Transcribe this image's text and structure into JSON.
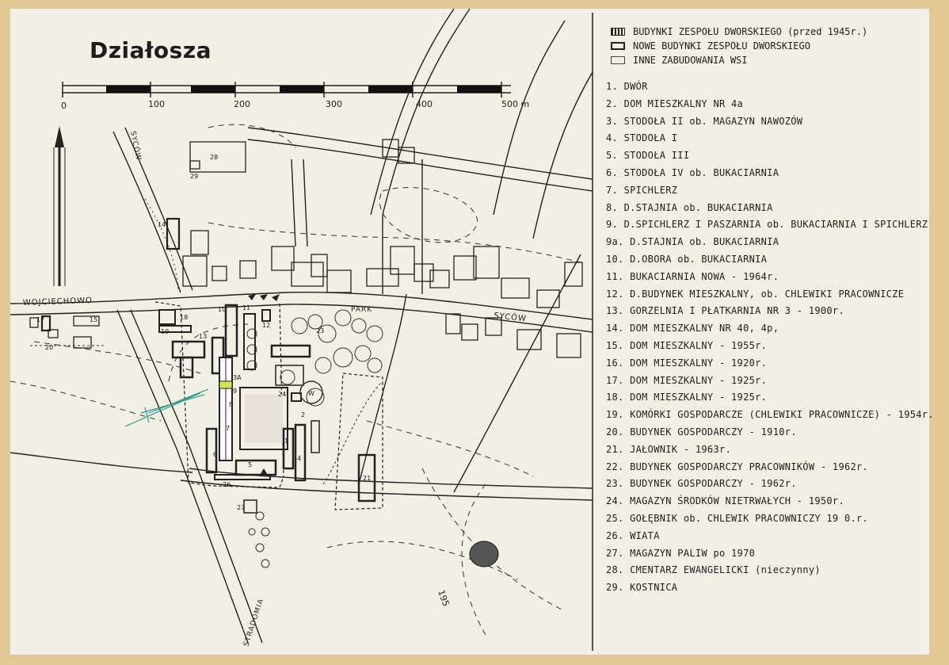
{
  "title": "Działosza",
  "scale": {
    "ticks": [
      "0",
      "100",
      "200",
      "300",
      "400",
      "500 m"
    ]
  },
  "roads": {
    "west": "WOJCIECHOWO",
    "east": "SYCÓW",
    "south": "STRADOMIA",
    "north_west": "SYCÓW",
    "route": "195"
  },
  "map_labels": {
    "park": "PARK",
    "w": "W",
    "b28": "28",
    "b29": "29",
    "b14": "14",
    "b17": "17",
    "b15": "15",
    "b20": "20",
    "b10": "10",
    "b18": "18",
    "b19": "19",
    "b13": "13",
    "b11": "11",
    "b12": "12",
    "b3a": "3A",
    "b9": "9",
    "b8": "8",
    "b7": "7",
    "b6": "6",
    "b5": "5",
    "b26": "26",
    "b24": "24",
    "b23": "23",
    "b2": "2",
    "b1": "1",
    "b4": "4",
    "b21": "21",
    "b27": "27"
  },
  "legend": {
    "keys": [
      {
        "style": "hatch",
        "text": "BUDYNKI ZESPOŁU DWORSKIEGO (przed 1945r.)"
      },
      {
        "style": "bold",
        "text": "NOWE BUDYNKI ZESPOŁU DWORSKIEGO"
      },
      {
        "style": "thin",
        "text": "INNE ZABUDOWANIA WSI"
      }
    ],
    "items": [
      "1. DWÓR",
      "2. DOM MIESZKALNY NR 4a",
      "3. STODOŁA II ob. MAGAZYN NAWOZÓW",
      "4. STODOŁA I",
      "5. STODOŁA III",
      "6. STODOŁA IV ob. BUKACIARNIA",
      "7. SPICHLERZ",
      "8. D.STAJNIA ob. BUKACIARNIA",
      "9. D.SPICHLERZ I PASZARNIA ob. BUKACIARNIA I SPICHLERZ",
      "9a. D.STAJNIA ob. BUKACIARNIA",
      "10. D.OBORA ob. BUKACIARNIA",
      "11. BUKACIARNIA NOWA - 1964r.",
      "12. D.BUDYNEK MIESZKALNY, ob. CHLEWIKI PRACOWNICZE",
      "13. GORZELNIA I PŁATKARNIA NR 3 - 1900r.",
      "14. DOM MIESZKALNY NR 40, 4p,",
      "15. DOM MIESZKALNY - 1955r.",
      "16. DOM MIESZKALNY - 1920r.",
      "17. DOM MIESZKALNY - 1925r.",
      "18. DOM MIESZKALNY - 1925r.",
      "19. KOMÓRKI GOSPODARCZE (CHLEWIKI PRACOWNICZE) - 1954r.",
      "20. BUDYNEK GOSPODARCZY - 1910r.",
      "21. JAŁOWNIK - 1963r.",
      "22. BUDYNEK GOSPODARCZY PRACOWNIKÓW - 1962r.",
      "23. BUDYNEK GOSPODARCZY - 1962r.",
      "24. MAGAZYN ŚRODKÓW NIETRWAŁYCH - 1950r.",
      "25. GOŁĘBNIK ob. CHLEWIK PRACOWNICZY 19 0.r.",
      "26. WIATA",
      "27. MAGAZYN PALIW po 1970",
      "28. CMENTARZ EWANGELICKI (nieczynny)",
      "29. KOSTNICA"
    ]
  },
  "colors": {
    "paper": "#f2efe4",
    "ink": "#222222",
    "backing": "#e2c893",
    "highlight": "#cfe84a",
    "pencil": "#2ba08e"
  }
}
